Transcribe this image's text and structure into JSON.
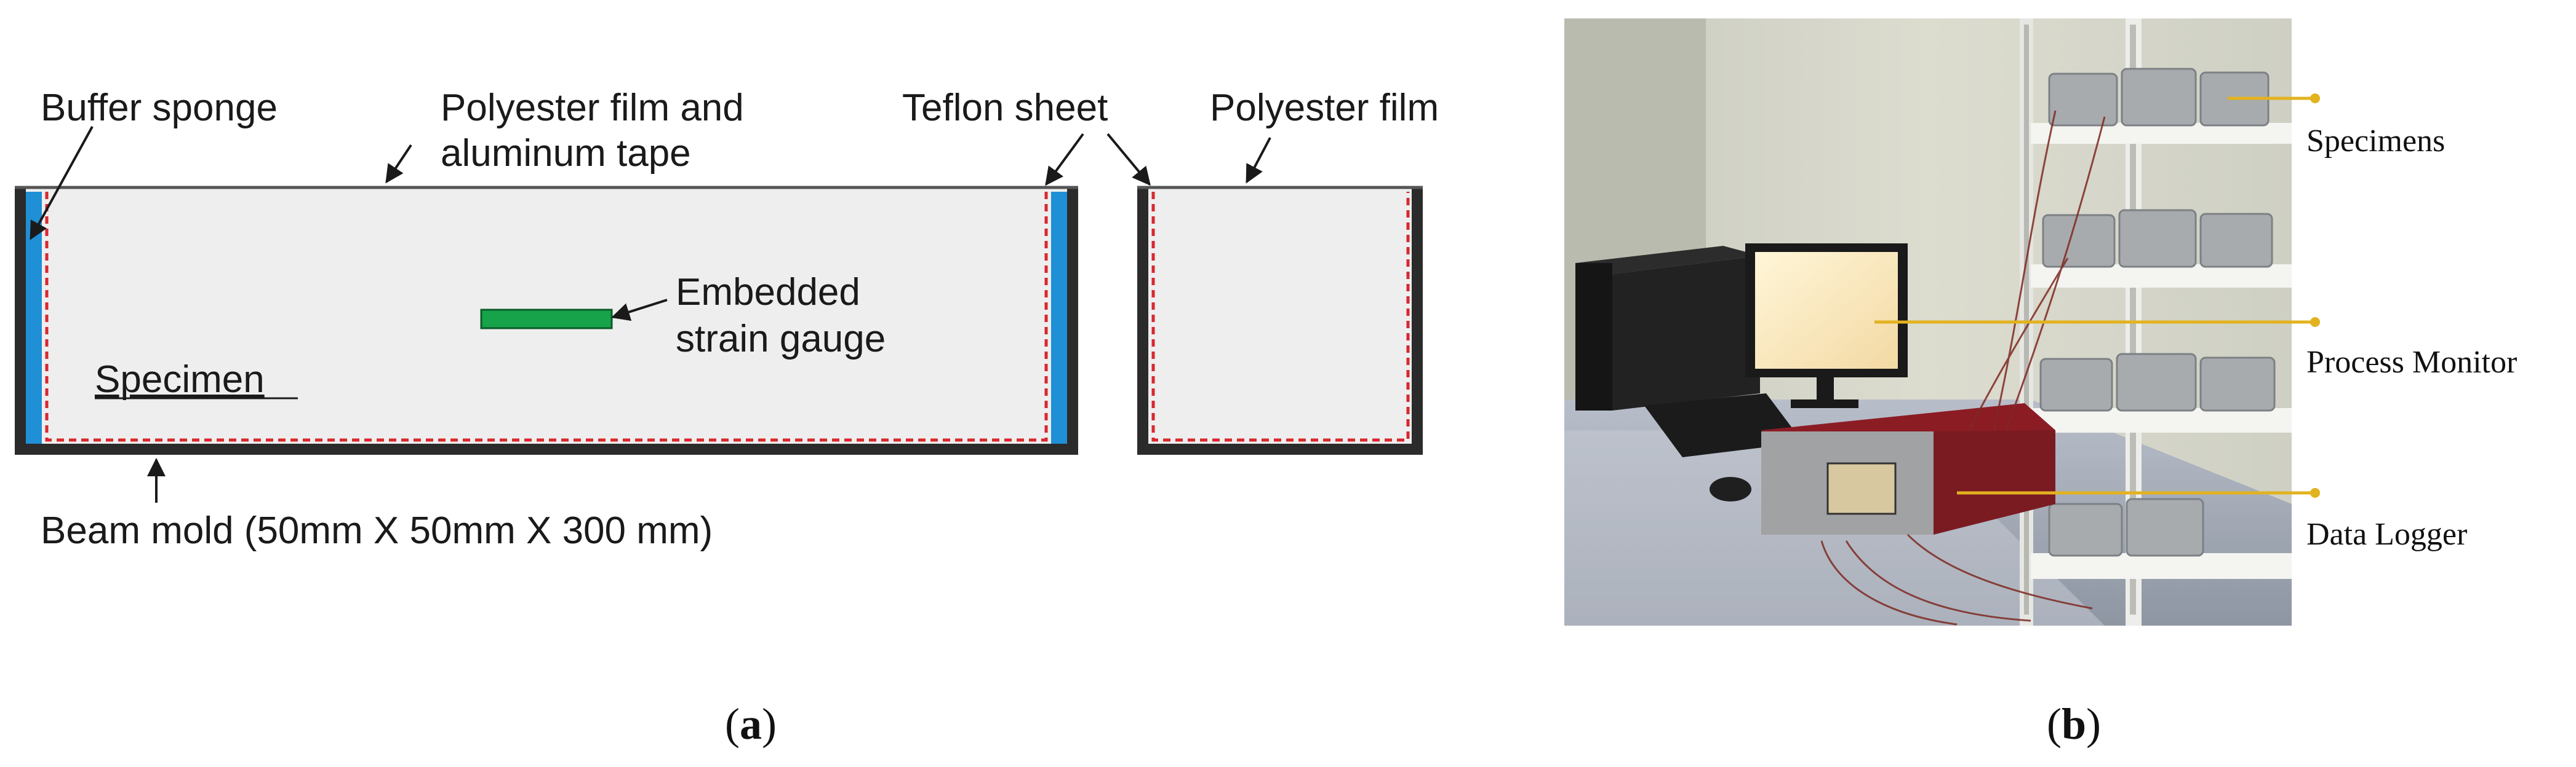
{
  "panel_a": {
    "labels": {
      "buffer_sponge": "Buffer sponge",
      "polyester_aluminum_line1": "Polyester film and",
      "polyester_aluminum_line2": "aluminum tape",
      "teflon_sheet": "Teflon sheet",
      "polyester_film": "Polyester film",
      "embedded_line1": "Embedded",
      "embedded_line2": "strain gauge",
      "specimen": "Specimen",
      "beam_mold": "Beam mold (50mm X 50mm X 300 mm)"
    },
    "caption_open": "(",
    "caption_letter": "a",
    "caption_close": ")",
    "colors": {
      "mold": "#2b2b2b",
      "specimen_fill": "#eeeeee",
      "sponge": "#1f8fd6",
      "film_dashes": "#d8282f",
      "strain_gauge": "#16a34a"
    }
  },
  "panel_b": {
    "labels": {
      "specimens": "Specimens",
      "process_monitor": "Process Monitor",
      "data_logger": "Data Logger"
    },
    "caption_open": "(",
    "caption_letter": "b",
    "caption_close": ")",
    "colors": {
      "callout": "#e3b21f"
    }
  }
}
